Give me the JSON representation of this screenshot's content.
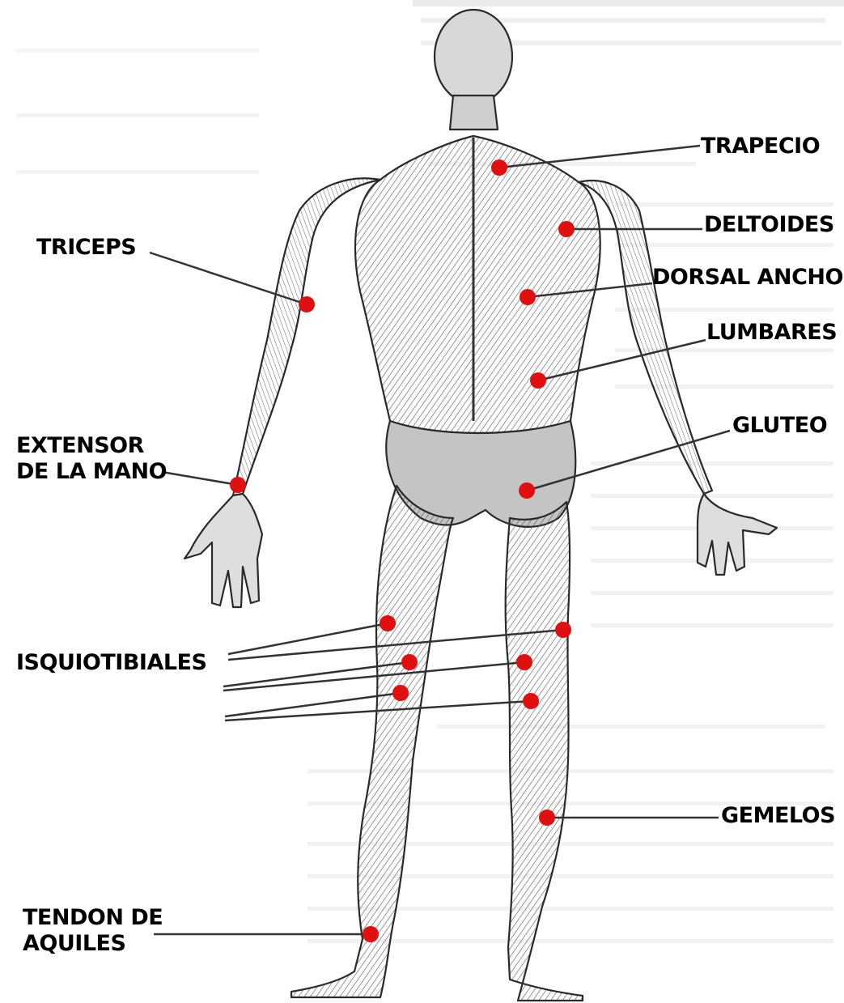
{
  "colors": {
    "marker": "#e01010",
    "line": "#333333",
    "label": "#000000",
    "figure": "#7a7a7a"
  },
  "labels": {
    "trapecio": "TRAPECIO",
    "deltoides": "DELTOIDES",
    "dorsal_ancho": "DORSAL ANCHO",
    "lumbares": "LUMBARES",
    "gluteo": "GLUTEO",
    "gemelos": "GEMELOS",
    "triceps": "TRICEPS",
    "extensor_line1": "EXTENSOR",
    "extensor_line2": "DE LA MANO",
    "isquiotibiales": "ISQUIOTIBIALES",
    "tendon_line1": "TENDON DE",
    "tendon_line2": "AQUILES"
  },
  "icons": {
    "figure": "posterior-muscle-anatomy-figure-icon",
    "marker": "red-dot-marker-icon"
  }
}
